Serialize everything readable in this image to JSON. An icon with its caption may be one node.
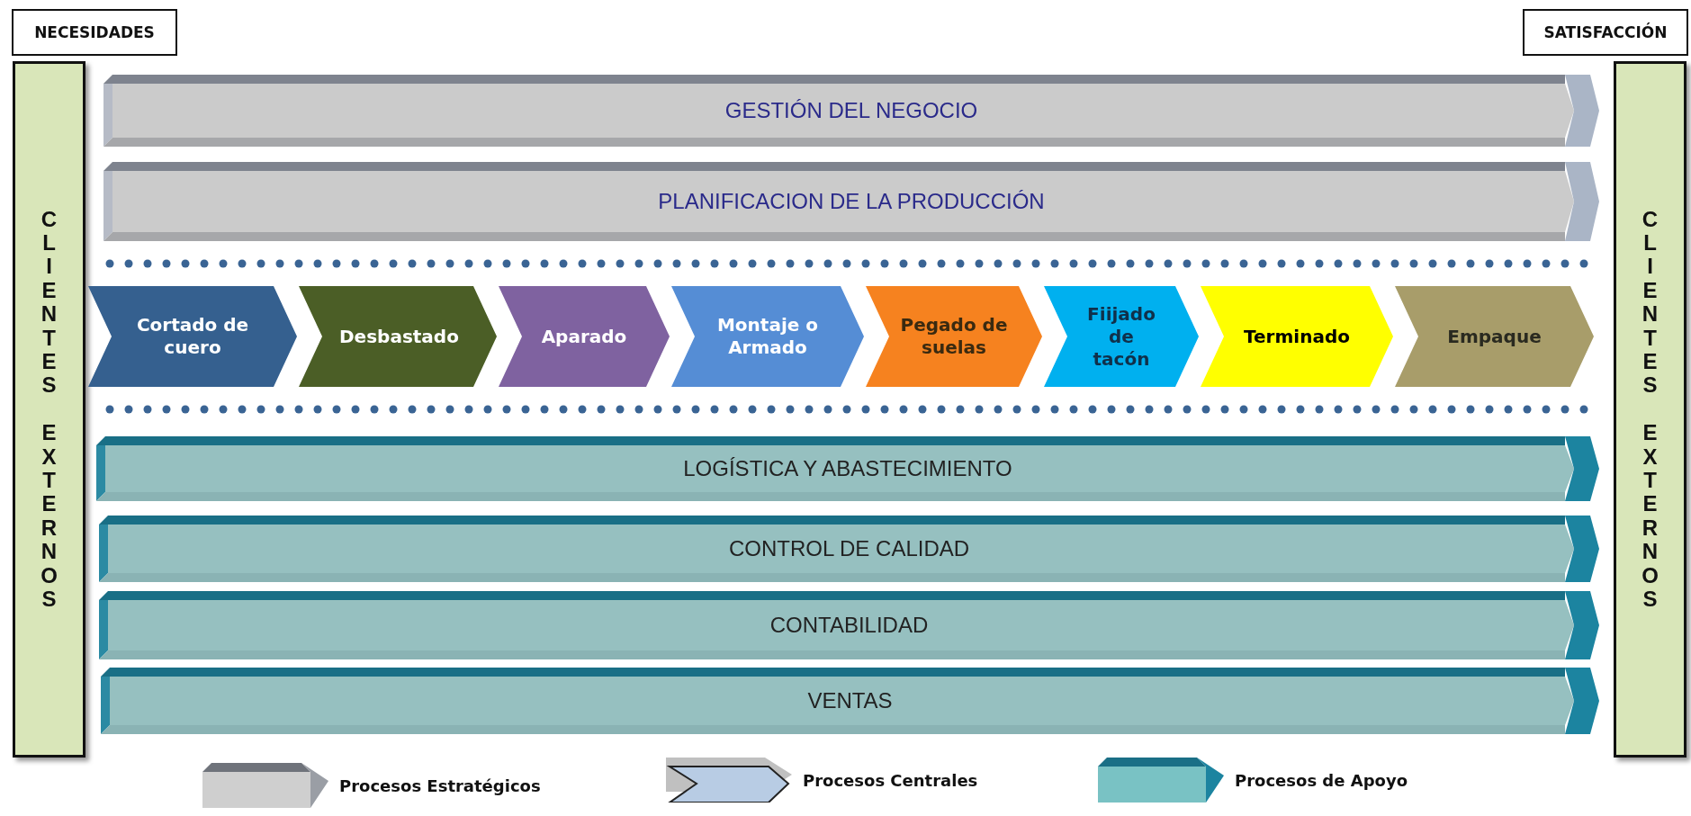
{
  "diagram": {
    "nodes": [
      {
        "text": [
          "NECESIDADES"
        ]
      },
      {
        "text": [
          "SATISFACCIÓN"
        ]
      },
      {
        "text": [
          "CLIENTES EXTERNOS"
        ]
      },
      {
        "text": [
          "CLIENTES EXTERNOS"
        ]
      },
      {
        "text": [
          "GESTIÓN DEL NEGOCIO"
        ]
      },
      {
        "text": [
          "PLANIFICACION DE LA PRODUCCIÓN"
        ]
      },
      {
        "text": [
          "Cortado de cuero"
        ]
      },
      {
        "text": [
          "Desbastado"
        ]
      },
      {
        "text": [
          "Aparado"
        ]
      },
      {
        "text": [
          "Montaje o Armado"
        ]
      },
      {
        "text": [
          "Pegado de suelas"
        ]
      },
      {
        "text": [
          "Fiijado de tacón"
        ]
      },
      {
        "text": [
          "Terminado"
        ]
      },
      {
        "text": [
          "Empaque"
        ]
      },
      {
        "text": [
          "LOGÍSTICA Y ABASTECIMIENTO"
        ]
      },
      {
        "text": [
          "CONTROL DE CALIDAD"
        ]
      },
      {
        "text": [
          "CONTABILIDAD"
        ]
      },
      {
        "text": [
          "VENTAS"
        ]
      }
    ],
    "legend": [
      {
        "text": "Procesos Estratégicos"
      },
      {
        "text": "Procesos Centrales"
      },
      {
        "text": "Procesos de Apoyo"
      }
    ]
  }
}
